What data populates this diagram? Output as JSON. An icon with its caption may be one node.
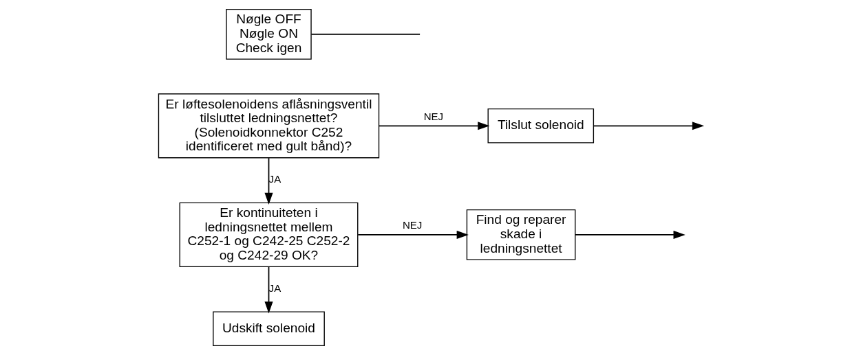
{
  "diagram": {
    "nodes": [
      {
        "text": [
          "Nøgle OFF Nøgle ON Check igen"
        ]
      },
      {
        "text": [
          "Er løftesolenoidens aflåsningsventil tilsluttet ledningsnettet? (Solenoidkonnektor C252 identificeret med gult bånd)?"
        ]
      },
      {
        "text": [
          "Tilslut solenoid"
        ]
      },
      {
        "text": [
          "Er kontinuiteten i ledningsnettet mellem C252-1 og C242-25 C252-2 og C242-29 OK?"
        ]
      },
      {
        "text": [
          "Find og reparer skade i ledningsnettet"
        ]
      },
      {
        "text": [
          "Udskift solenoid"
        ]
      }
    ],
    "edges": [
      {
        "from": 0,
        "to": null,
        "arrow": "none"
      },
      {
        "from": 1,
        "to": 2,
        "arrow": "to",
        "label": "NEJ"
      },
      {
        "from": 2,
        "to": null,
        "arrow": "to"
      },
      {
        "from": 1,
        "to": 3,
        "arrow": "to",
        "label": "JA"
      },
      {
        "from": 3,
        "to": 4,
        "arrow": "to",
        "label": "NEJ"
      },
      {
        "from": 4,
        "to": null,
        "arrow": "to"
      },
      {
        "from": 3,
        "to": 5,
        "arrow": "to",
        "label": "JA"
      }
    ]
  }
}
